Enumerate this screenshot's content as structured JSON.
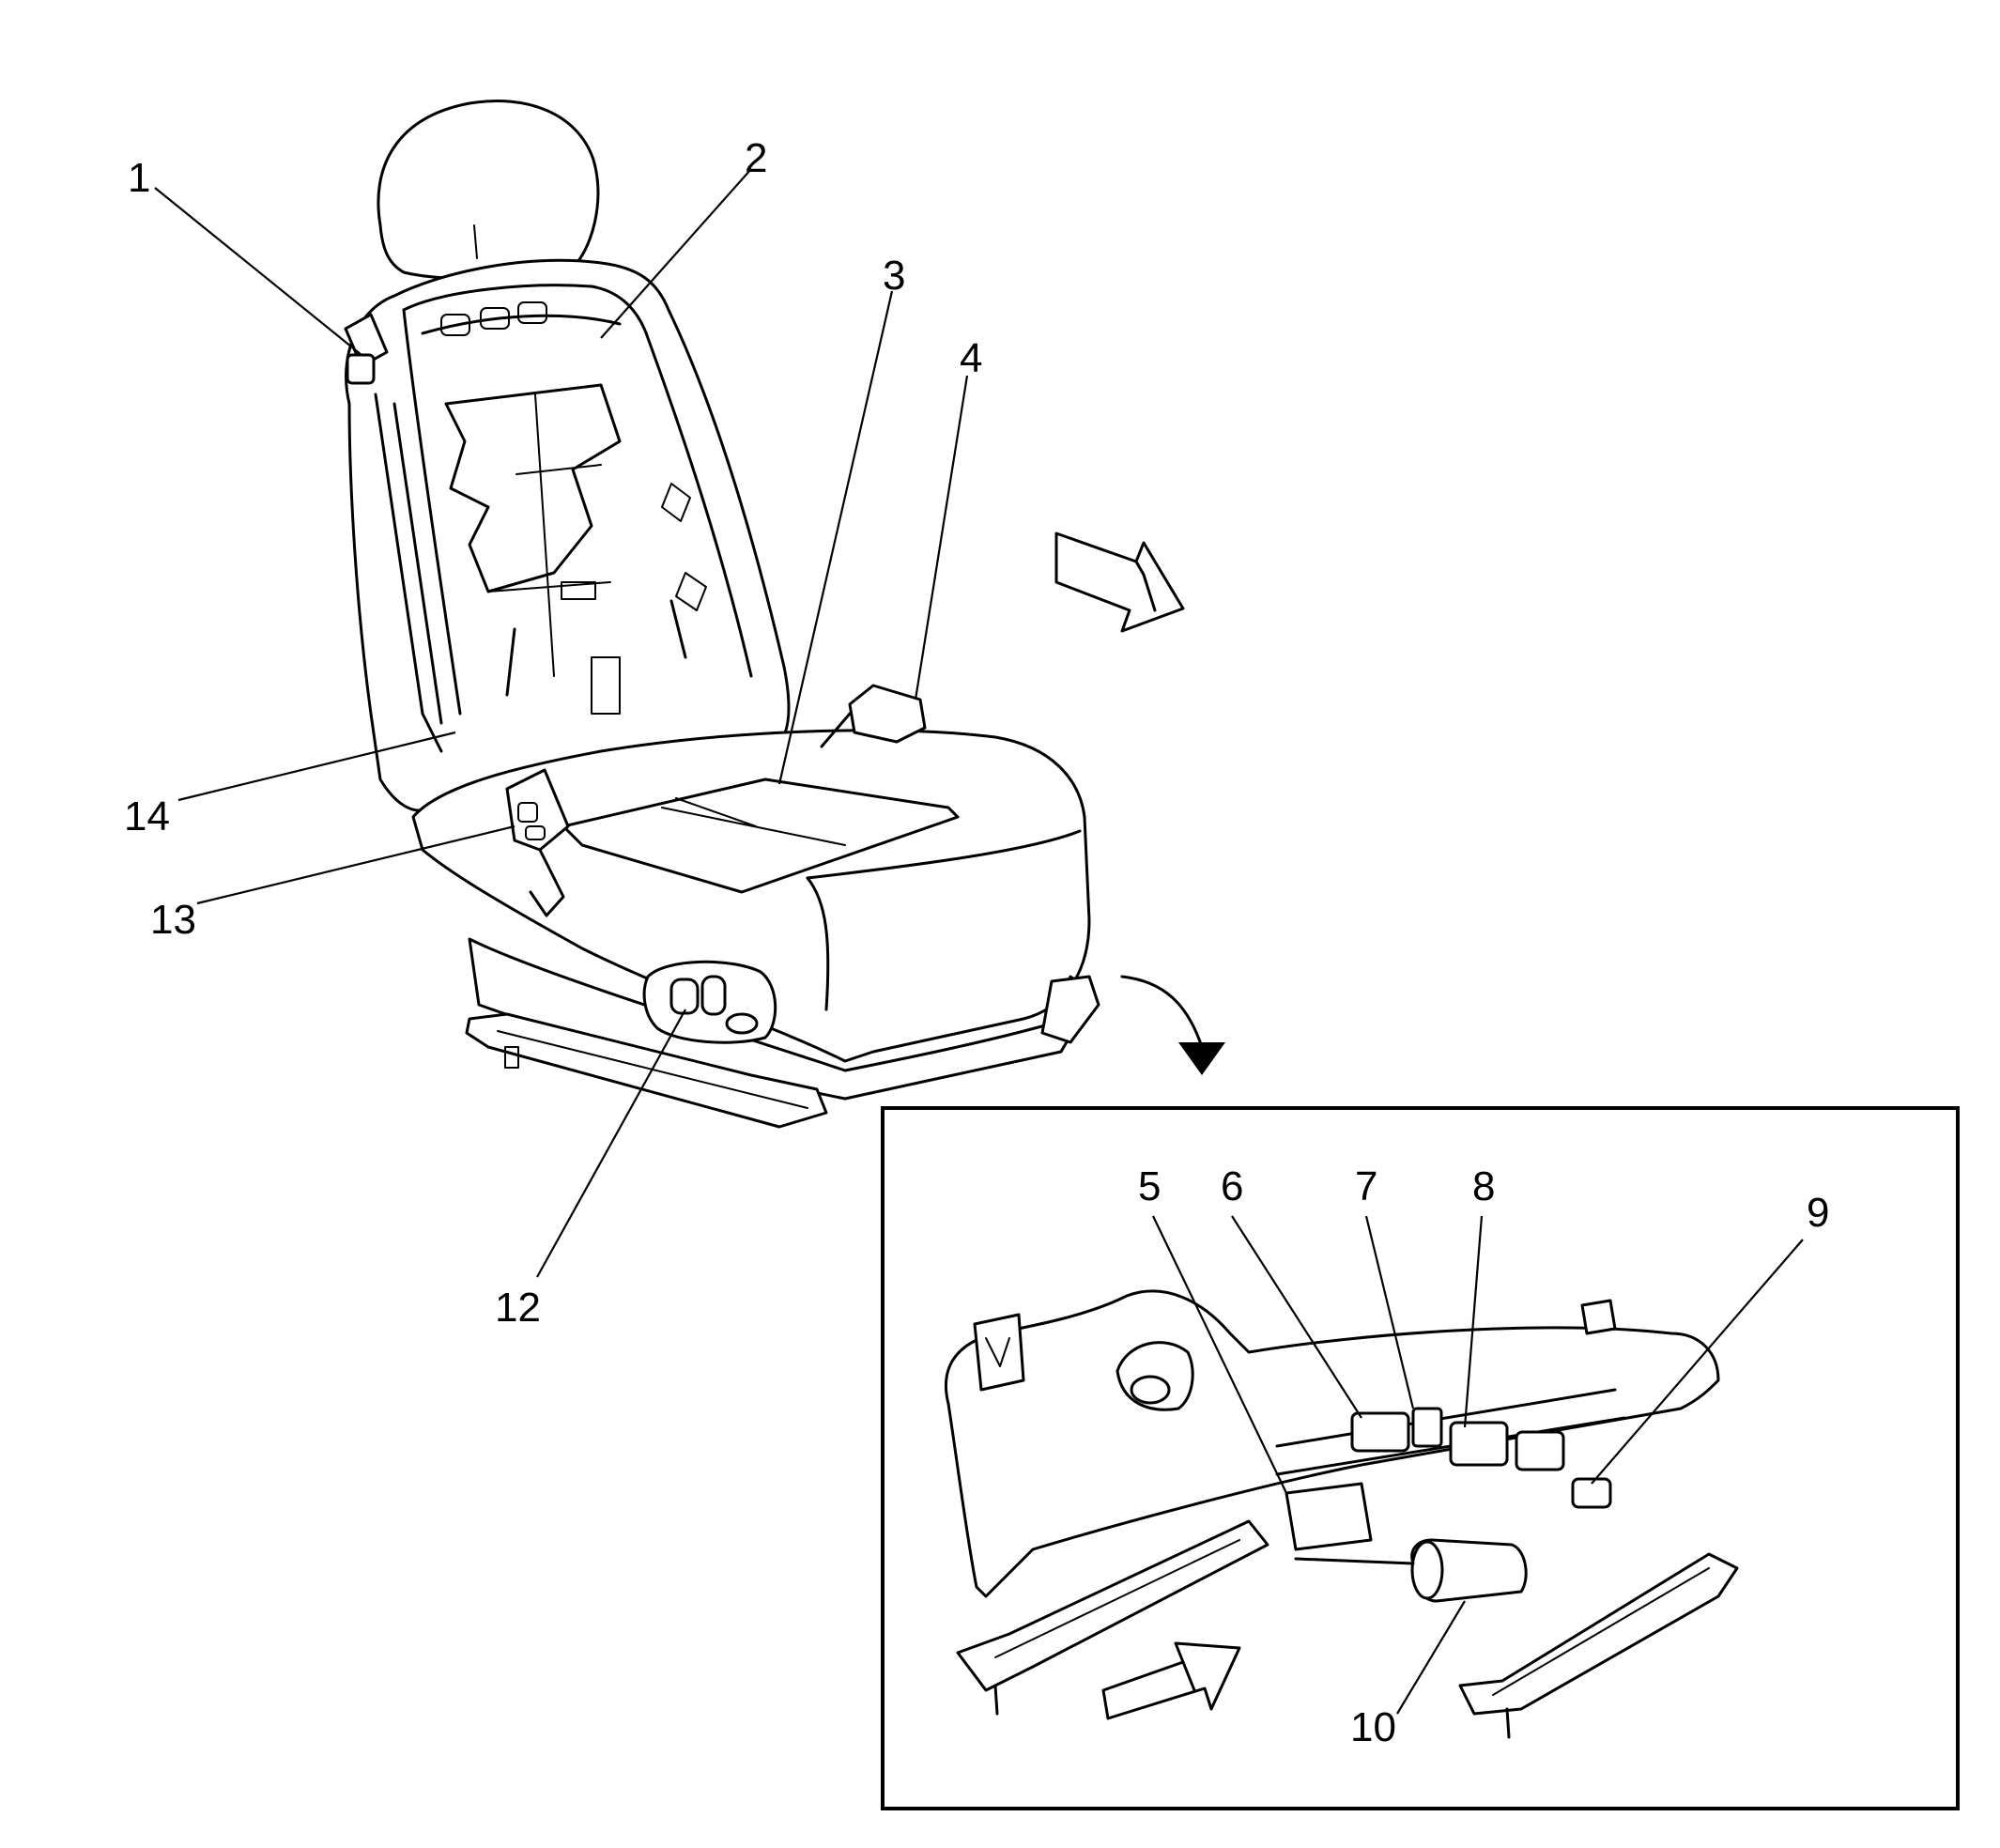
{
  "figure": {
    "callouts": [
      {
        "id": "1",
        "label": "1"
      },
      {
        "id": "2",
        "label": "2"
      },
      {
        "id": "3",
        "label": "3"
      },
      {
        "id": "4",
        "label": "4"
      },
      {
        "id": "5",
        "label": "5"
      },
      {
        "id": "6",
        "label": "6"
      },
      {
        "id": "7",
        "label": "7"
      },
      {
        "id": "8",
        "label": "8"
      },
      {
        "id": "9",
        "label": "9"
      },
      {
        "id": "10",
        "label": "10"
      },
      {
        "id": "12",
        "label": "12"
      },
      {
        "id": "13",
        "label": "13"
      },
      {
        "id": "14",
        "label": "14"
      }
    ]
  }
}
